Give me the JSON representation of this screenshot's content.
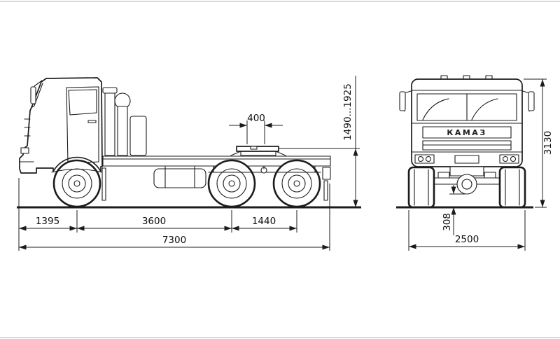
{
  "ink_color": "#1c1c1c",
  "drawing": {
    "side_view": {
      "dims": {
        "front_overhang": "1395",
        "wheelbase": "3600",
        "tandem_spacing": "1440",
        "overall_length": "7300",
        "fifth_wheel_lead": "400",
        "fifth_wheel_height_range": "1490...1925"
      }
    },
    "front_view": {
      "badge": "КАМАЗ",
      "dims": {
        "overall_width": "2500",
        "overall_height": "3130",
        "ground_clearance": "308"
      }
    }
  }
}
